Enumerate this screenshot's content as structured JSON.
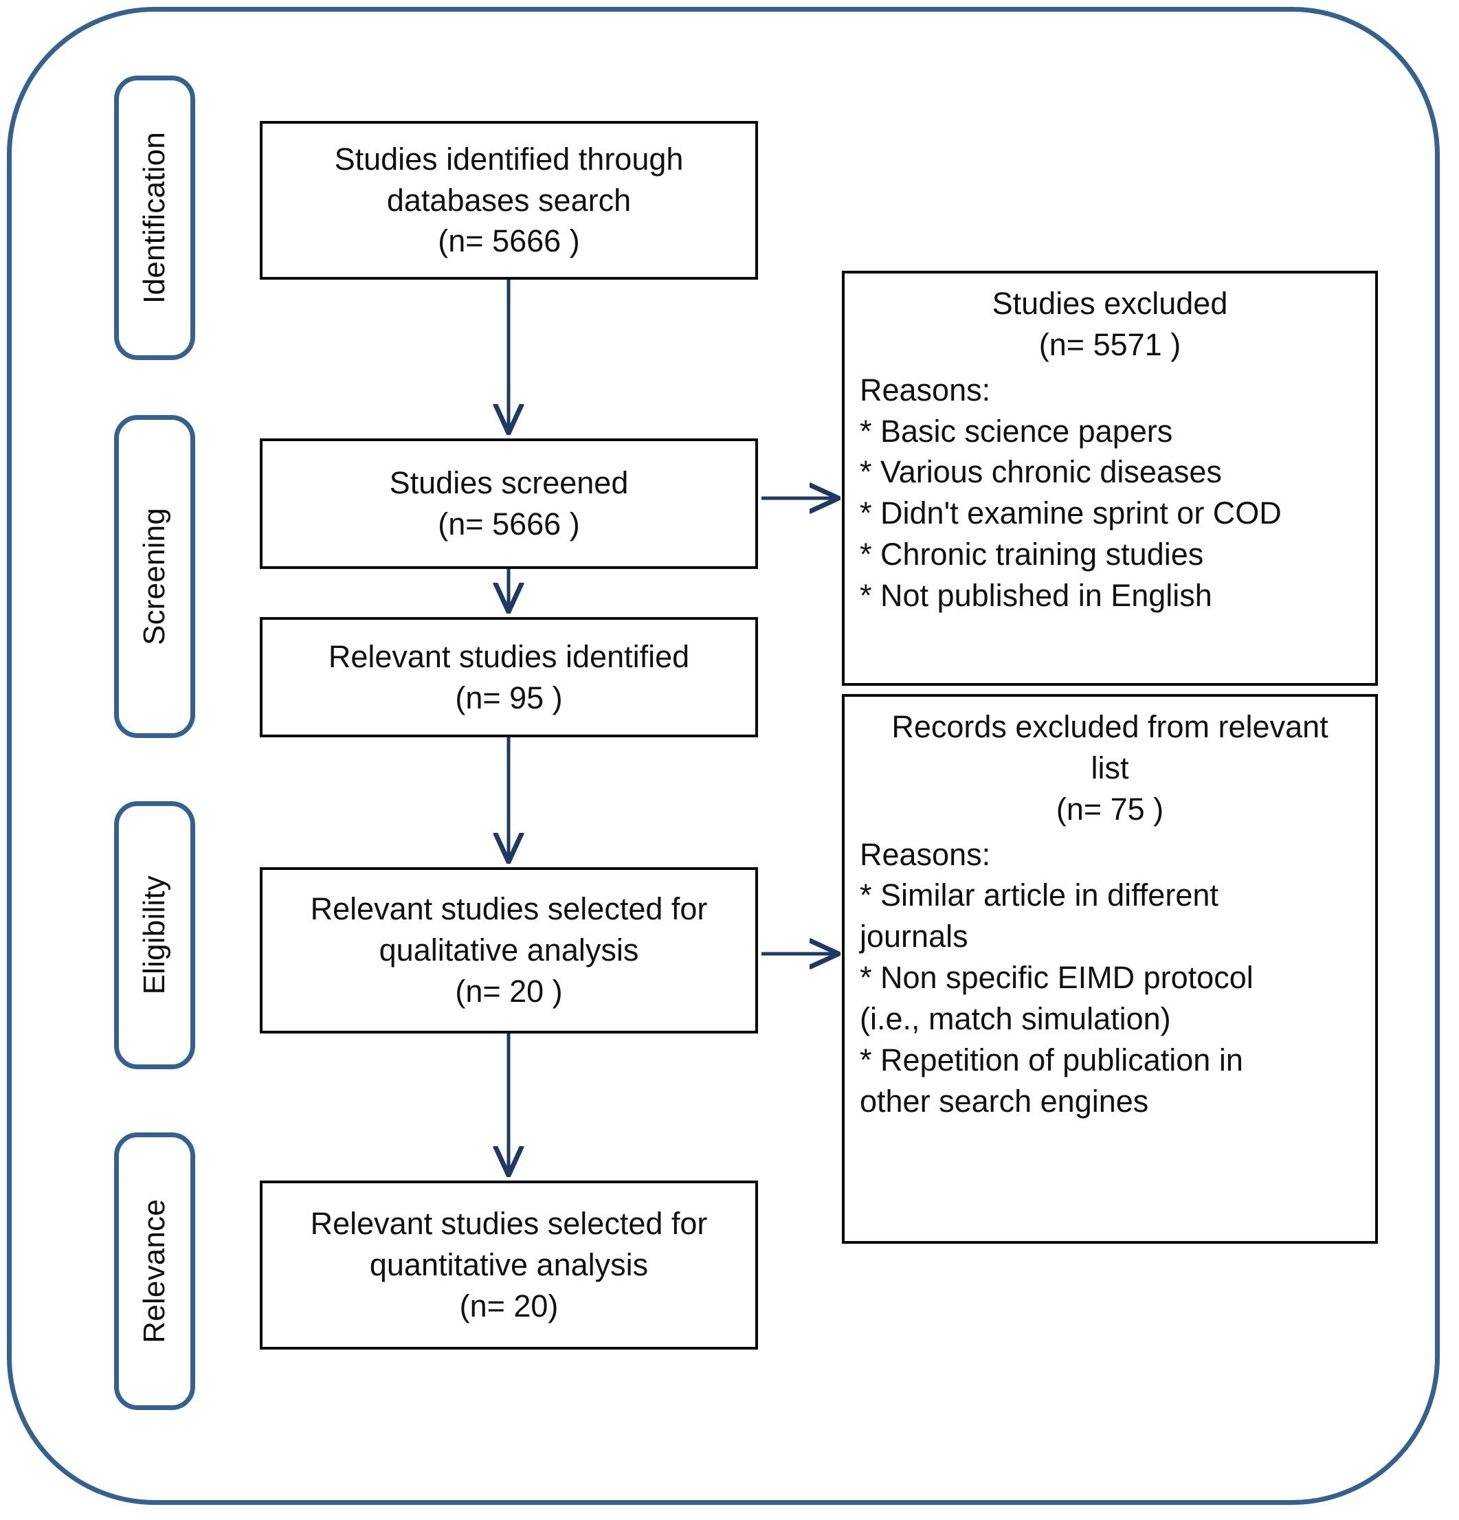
{
  "diagram": {
    "type": "prisma-flow-diagram",
    "accent_color": "#35618f",
    "arrow_color": "#1f3864",
    "box_border_color": "#0a0a0a",
    "background": "#ffffff"
  },
  "stages": [
    {
      "label": "Identification"
    },
    {
      "label": "Screening"
    },
    {
      "label": "Eligibility"
    },
    {
      "label": "Relevance"
    }
  ],
  "flow_boxes": [
    {
      "name": "studies-identified",
      "lines": [
        "Studies identified through",
        "databases search",
        "(n= 5666 )"
      ]
    },
    {
      "name": "studies-screened",
      "lines": [
        "Studies screened",
        "(n= 5666 )"
      ]
    },
    {
      "name": "relevant-studies-identified",
      "lines": [
        "Relevant studies identified",
        "(n= 95 )"
      ]
    },
    {
      "name": "qualitative-analysis",
      "lines": [
        "Relevant studies selected for",
        "qualitative analysis",
        "(n= 20 )"
      ]
    },
    {
      "name": "quantitative-analysis",
      "lines": [
        "Relevant studies selected for",
        "quantitative analysis",
        "(n= 20)"
      ]
    }
  ],
  "exclusion_boxes": [
    {
      "name": "studies-excluded",
      "head_lines": [
        "Studies excluded",
        "(n= 5571 )"
      ],
      "reasons_label": "Reasons:",
      "reasons": [
        "* Basic science papers",
        "* Various chronic diseases",
        "* Didn't examine sprint or COD",
        "* Chronic training studies",
        "* Not published in English"
      ]
    },
    {
      "name": "records-excluded-relevant-list",
      "head_lines": [
        "Records excluded from relevant",
        "list",
        "(n= 75 )"
      ],
      "reasons_label": "Reasons:",
      "reasons": [
        "* Similar article in different",
        "journals",
        "*  Non specific EIMD protocol",
        "(i.e., match simulation)",
        "* Repetition of publication in",
        "other search engines"
      ]
    }
  ]
}
